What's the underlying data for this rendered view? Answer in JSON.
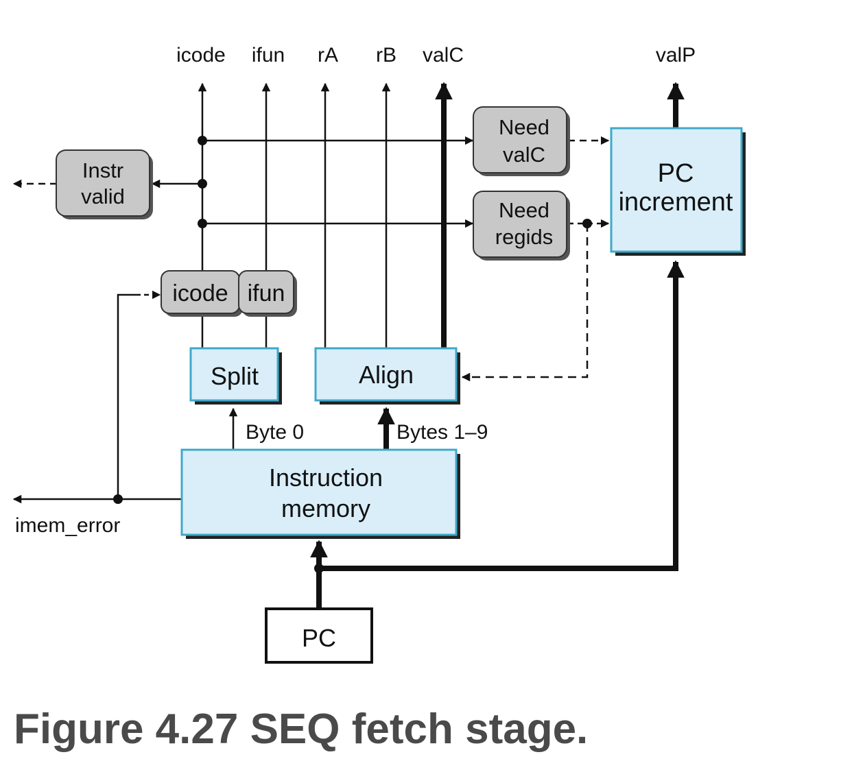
{
  "signals": {
    "icode": "icode",
    "ifun": "ifun",
    "ra": "rA",
    "rb": "rB",
    "valc": "valC",
    "valp": "valP",
    "imem_error": "imem_error",
    "byte0": "Byte 0",
    "bytes19": "Bytes 1–9"
  },
  "blocks": {
    "instr_valid": [
      "Instr",
      "valid"
    ],
    "need_valc": [
      "Need",
      "valC"
    ],
    "need_regids": [
      "Need",
      "regids"
    ],
    "pc_increment": [
      "PC",
      "increment"
    ],
    "icode_reg": "icode",
    "ifun_reg": "ifun",
    "split": "Split",
    "align": "Align",
    "instruction_memory": [
      "Instruction",
      "memory"
    ],
    "pc": "PC"
  },
  "caption": "Figure 4.27 SEQ fetch stage.",
  "colors": {
    "logic_block": "#c8c8c8",
    "hardware_block": "#d9eef9",
    "hardware_border": "#3fa9c9",
    "wire": "#111111",
    "caption": "#4a4a4a"
  }
}
